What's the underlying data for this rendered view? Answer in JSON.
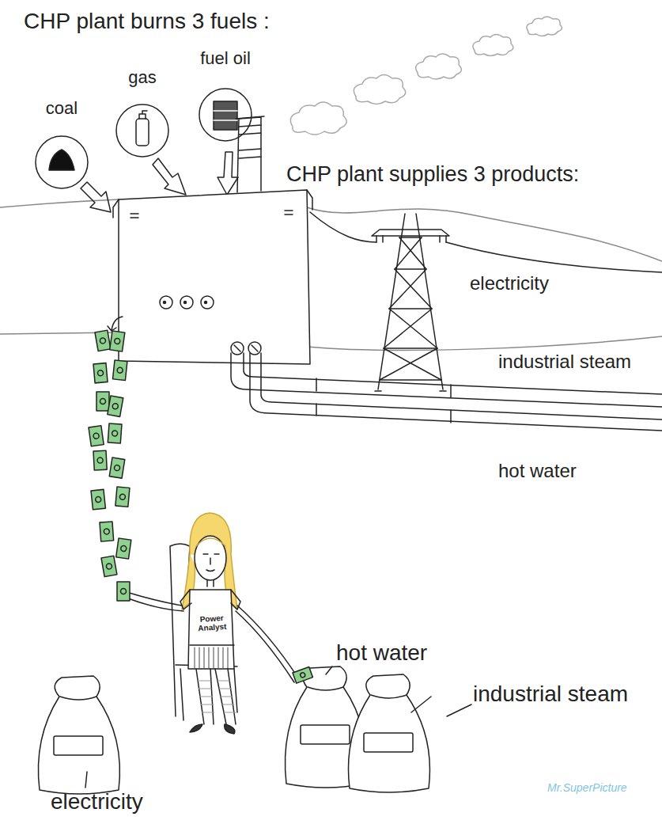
{
  "diagram": {
    "nodes": [
      {
        "text": [
          "coal"
        ]
      },
      {
        "text": [
          "gas"
        ]
      },
      {
        "text": [
          "fuel oil"
        ]
      }
    ],
    "labels": [
      "CHP plant burns 3 fuels :",
      "CHP plant supplies 3 products:",
      "electricity",
      "industrial steam",
      "hot water",
      "Power Analyst",
      "hot water",
      "industrial steam",
      "electricity",
      "Mr.SuperPicture"
    ]
  }
}
